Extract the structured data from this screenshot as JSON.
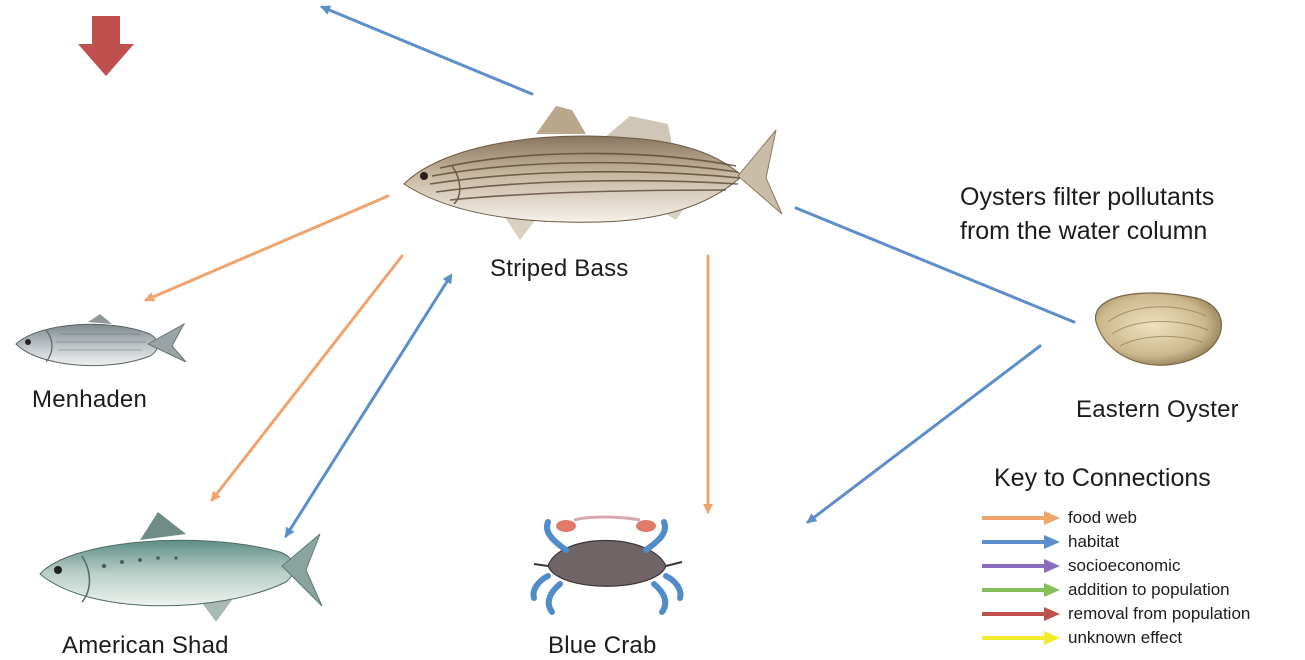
{
  "nodes": {
    "striped_bass": "Striped Bass",
    "menhaden": "Menhaden",
    "american_shad": "American Shad",
    "blue_crab": "Blue Crab",
    "eastern_oyster": "Eastern Oyster"
  },
  "annotation": {
    "line1": "Oysters filter pollutants",
    "line2": "from the water column"
  },
  "key": {
    "title": "Key to Connections",
    "items": [
      {
        "label": "food web",
        "color": "#f0a36b"
      },
      {
        "label": "habitat",
        "color": "#5b8ecb"
      },
      {
        "label": "socioeconomic",
        "color": "#8b6cc0"
      },
      {
        "label": "addition to population",
        "color": "#86bf5a"
      },
      {
        "label": "removal from population",
        "color": "#c0504d"
      },
      {
        "label": "unknown effect",
        "color": "#f2ea2c"
      }
    ]
  },
  "colors": {
    "food_web": "#f0a36b",
    "habitat": "#5b8ecb",
    "population_decline_indicator": "#c0504d"
  },
  "icons": {
    "indicator": "down-arrow-icon",
    "striped_bass": "striped-bass-illustration",
    "menhaden": "menhaden-illustration",
    "american_shad": "american-shad-illustration",
    "blue_crab": "blue-crab-illustration",
    "eastern_oyster": "oyster-illustration"
  }
}
